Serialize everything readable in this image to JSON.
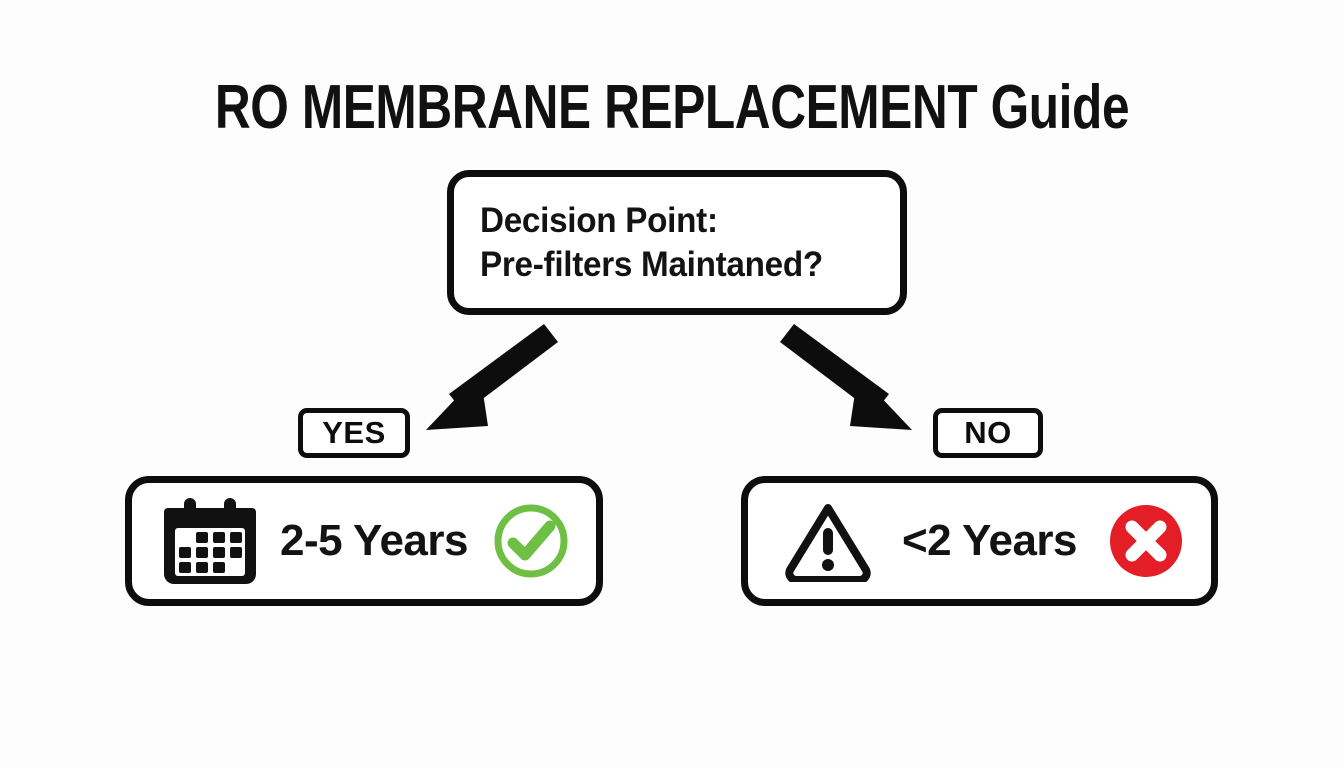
{
  "page": {
    "background_color": "#fdfdfd",
    "ink_color": "#0d0d0d"
  },
  "title": "RO MEMBRANE REPLACEMENT Guide",
  "decision": {
    "line1": "Decision Point:",
    "line2": "Pre-filters Maintaned?"
  },
  "branches": {
    "yes_label": "YES",
    "no_label": "NO"
  },
  "results": {
    "yes": {
      "text": "2-5 Years",
      "left_icon": "calendar-icon",
      "right_icon": "check-circle-icon",
      "status_color": "#6fbf44"
    },
    "no": {
      "text": "<2 Years",
      "left_icon": "warning-triangle-icon",
      "right_icon": "x-circle-icon",
      "status_color": "#e31e26"
    }
  },
  "arrows": {
    "yes_arrow": "arrow-down-left",
    "no_arrow": "arrow-down-right"
  },
  "chart_data": {
    "type": "diagram",
    "title": "RO MEMBRANE REPLACEMENT Guide",
    "diagram_kind": "decision-tree",
    "nodes": [
      {
        "id": "decision",
        "label": "Decision Point: Pre-filters Maintaned?",
        "shape": "rounded-rect"
      },
      {
        "id": "yes-branch",
        "label": "YES",
        "shape": "small-rounded-rect"
      },
      {
        "id": "no-branch",
        "label": "NO",
        "shape": "small-rounded-rect"
      },
      {
        "id": "result-yes",
        "label": "2-5 Years",
        "shape": "rounded-rect",
        "status": "positive",
        "color": "#6fbf44"
      },
      {
        "id": "result-no",
        "label": "<2 Years",
        "shape": "rounded-rect",
        "status": "negative",
        "color": "#e31e26"
      }
    ],
    "edges": [
      {
        "from": "decision",
        "to": "result-yes",
        "label": "YES",
        "direction": "down-left"
      },
      {
        "from": "decision",
        "to": "result-no",
        "label": "NO",
        "direction": "down-right"
      }
    ]
  }
}
